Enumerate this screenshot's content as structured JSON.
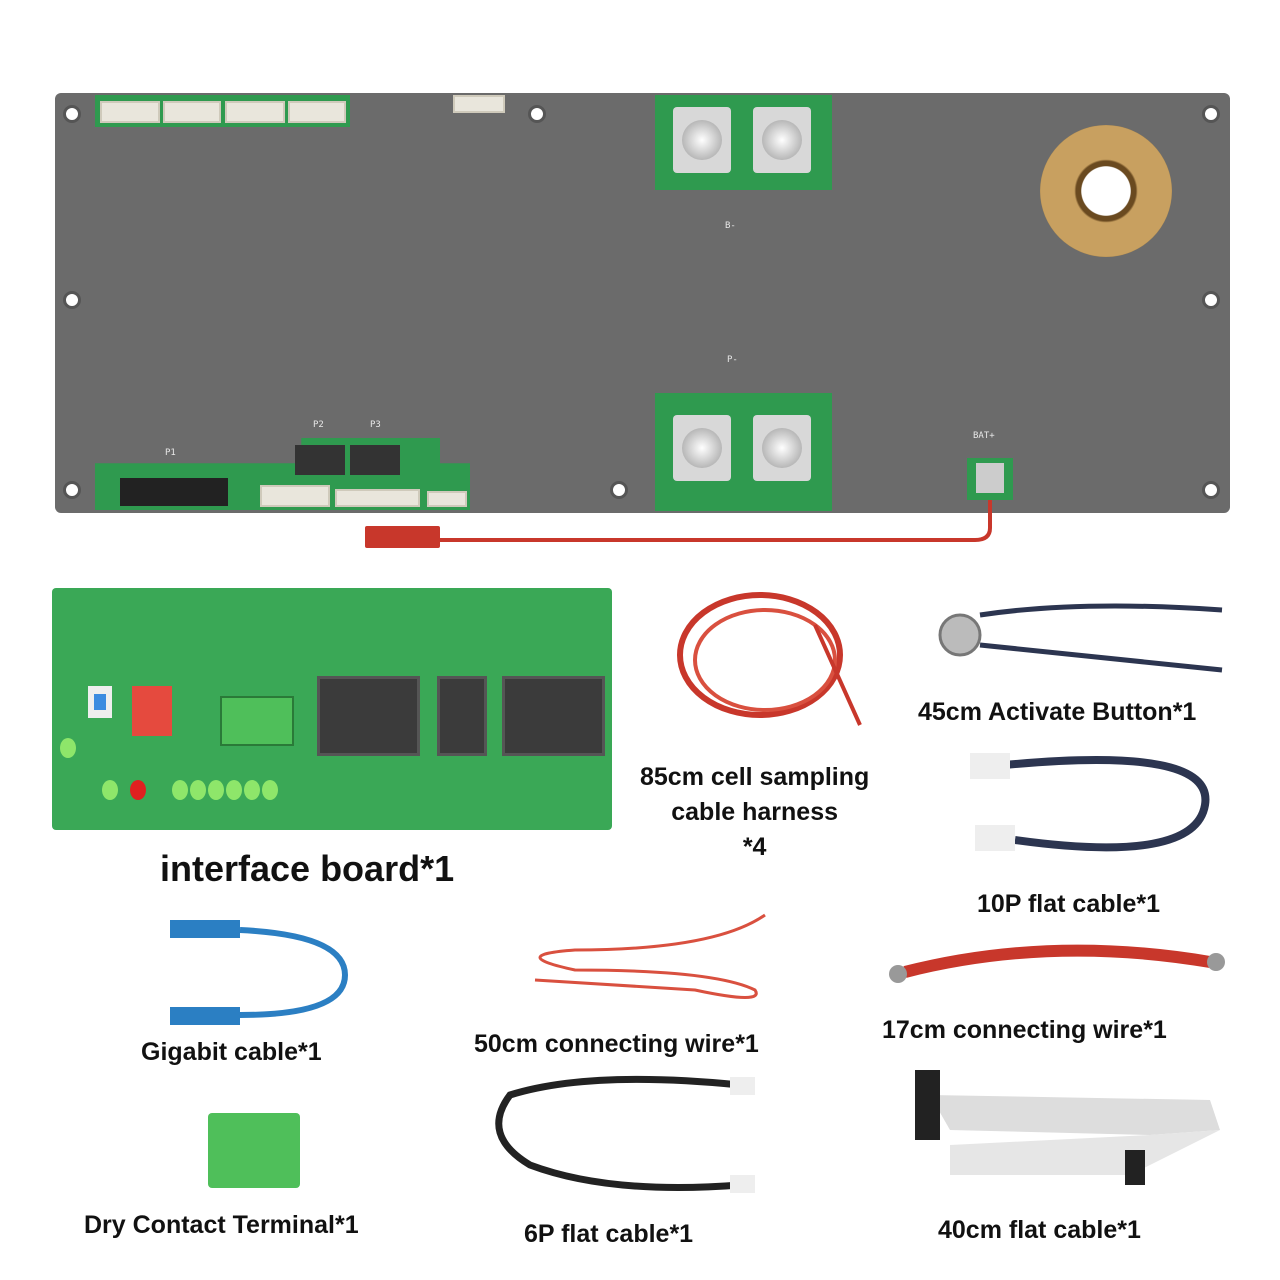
{
  "main_board": {
    "silkscreen": {
      "p1": "P1",
      "p2": "P2",
      "p3": "P3",
      "b_minus": "B-",
      "p_minus": "P-",
      "bat_plus": "BAT+"
    }
  },
  "items": [
    {
      "id": "interface-board",
      "label": "interface board*1"
    },
    {
      "id": "cell-sampling",
      "label_lines": [
        "85cm cell sampling",
        "cable harness",
        "*4"
      ]
    },
    {
      "id": "activate-button",
      "label": "45cm Activate Button*1"
    },
    {
      "id": "flat-10p",
      "label": "10P flat cable*1"
    },
    {
      "id": "gigabit",
      "label": "Gigabit cable*1"
    },
    {
      "id": "wire-50",
      "label": "50cm connecting wire*1"
    },
    {
      "id": "wire-17",
      "label": "17cm connecting wire*1"
    },
    {
      "id": "dry-contact",
      "label": "Dry Contact Terminal*1"
    },
    {
      "id": "flat-6p",
      "label": "6P flat cable*1"
    },
    {
      "id": "flat-40",
      "label": "40cm flat cable*1"
    }
  ],
  "colors": {
    "board": "#6b6b6b",
    "pcb_green": "#2f9a4f",
    "wire_red": "#c8372b"
  }
}
